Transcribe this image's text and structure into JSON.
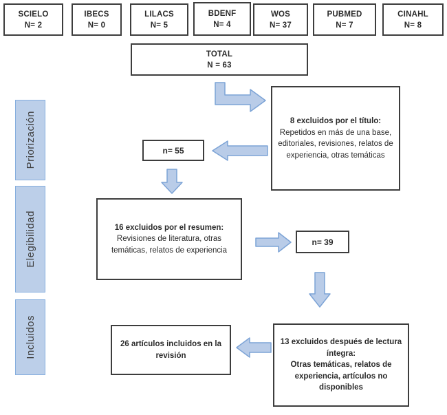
{
  "diagram_title": "PRISMA-style study selection flow diagram",
  "top_row": [
    {
      "name": "SCIELO",
      "count": "N= 2"
    },
    {
      "name": "IBECS",
      "count": "N= 0"
    },
    {
      "name": "LILACS",
      "count": "N= 5"
    },
    {
      "name": "BDENF",
      "count": "N= 4"
    },
    {
      "name": "WOS",
      "count": "N= 37"
    },
    {
      "name": "PUBMED",
      "count": "N= 7"
    },
    {
      "name": "CINAHL",
      "count": "N= 8"
    }
  ],
  "total": {
    "label": "TOTAL",
    "count": "N = 63"
  },
  "stages": [
    {
      "label": "Priorización"
    },
    {
      "label": "Elegibilidad"
    },
    {
      "label": "Incluidos"
    }
  ],
  "boxes": {
    "excluded_title": {
      "heading": "8 excluidos por el título:",
      "body": "Repetidos en más de una base, editoriales, revisiones, relatos de experiencia, otras temáticas"
    },
    "n55": "n= 55",
    "excluded_abstract": {
      "heading": "16 excluidos por el resumen:",
      "body": "Revisiones de literatura, otras temáticas, relatos de experiencia"
    },
    "n39": "n= 39",
    "excluded_fulltext": {
      "heading": "13 excluidos después de lectura íntegra:",
      "body": "Otras temáticas, relatos de experiencia, artículos no disponibles"
    },
    "included": "26 artículos incluidos en la revisión"
  },
  "colors": {
    "box_border": "#3d3d3d",
    "stage_fill": "#bccfe9",
    "stage_border": "#85aede",
    "arrow_fill": "#b9cce8",
    "arrow_border": "#7ca3d6",
    "text": "#2b2b2b",
    "background": "#ffffff"
  }
}
